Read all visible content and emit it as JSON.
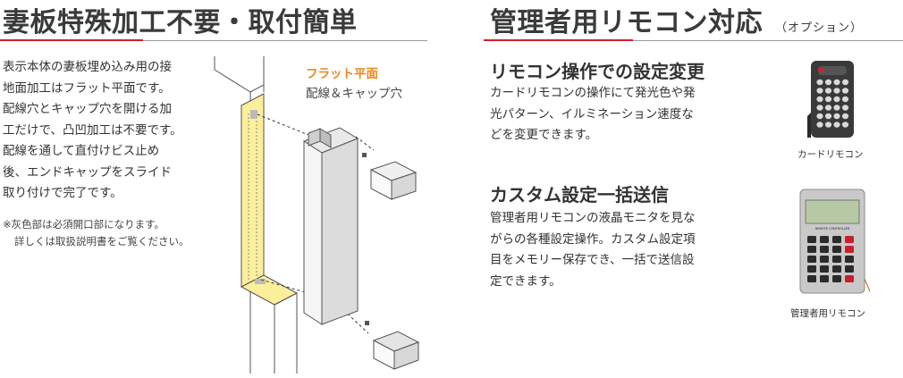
{
  "left": {
    "heading": "妻板特殊加工不要・取付簡単",
    "body_lines": [
      "表示本体の妻板埋め込み用の接",
      "地面加工はフラット平面です。",
      "配線穴とキャップ穴を開ける加",
      "工だけで、凸凹加工は不要です。",
      "配線を通して直付けビス止め",
      "後、エンドキャップをスライド",
      "取り付けで完了です。"
    ],
    "note_lines": [
      "※灰色部は必須開口部になります。",
      "詳しくは取扱説明書をご覧ください。"
    ],
    "diagram": {
      "callout_flat": "フラット平面",
      "callout_holes": "配線＆キャップ穴"
    }
  },
  "right": {
    "heading": "管理者用リモコン対応",
    "heading_sub": "（オプション）",
    "sections": [
      {
        "title": "リモコン操作での設定変更",
        "lines": [
          "カードリモコンの操作にて発光色や発",
          "光パターン、イルミネーション速度な",
          "どを変更できます。"
        ]
      },
      {
        "title": "カスタム設定一括送信",
        "lines": [
          "管理者用リモコンの液晶モニタを見な",
          "がらの各種設定操作。カスタム設定項",
          "目をメモリー保存でき、一括で送信設",
          "定できます。"
        ]
      }
    ],
    "card_remote_caption": "カードリモコン",
    "admin_remote_caption": "管理者用リモコン",
    "admin_remote_label": "REMOTE CONTROLLER"
  },
  "colors": {
    "accent_red": "#d51f2a",
    "callout_orange": "#e8891e",
    "highlight_yellow": "#fcef9c"
  }
}
